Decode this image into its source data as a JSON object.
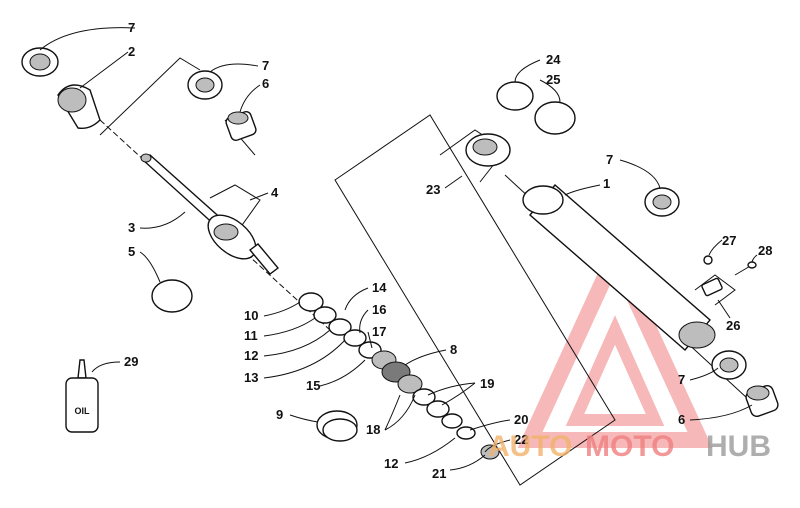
{
  "callouts": {
    "c7a": "7",
    "c2": "2",
    "c7b": "7",
    "c6a": "6",
    "c4": "4",
    "c3": "3",
    "c5": "5",
    "c10": "10",
    "c11": "11",
    "c12a": "12",
    "c13": "13",
    "c14": "14",
    "c16": "16",
    "c17": "17",
    "c8": "8",
    "c15": "15",
    "c19": "19",
    "c9": "9",
    "c18": "18",
    "c20": "20",
    "c22": "22",
    "c12b": "12",
    "c21": "21",
    "c29": "29",
    "c24": "24",
    "c25": "25",
    "c23": "23",
    "c7c": "7",
    "c1": "1",
    "c27": "27",
    "c28": "28",
    "c26": "26",
    "c7d": "7",
    "c6b": "6"
  },
  "oil_bottle_label": "OIL",
  "watermark": {
    "auto": "AUTO",
    "moto": "MOTO",
    "hub": "HUB"
  },
  "colors": {
    "watermark_red": "#f07f7f",
    "watermark_orange": "#f2b26b",
    "watermark_gray": "#9a9a9a"
  }
}
